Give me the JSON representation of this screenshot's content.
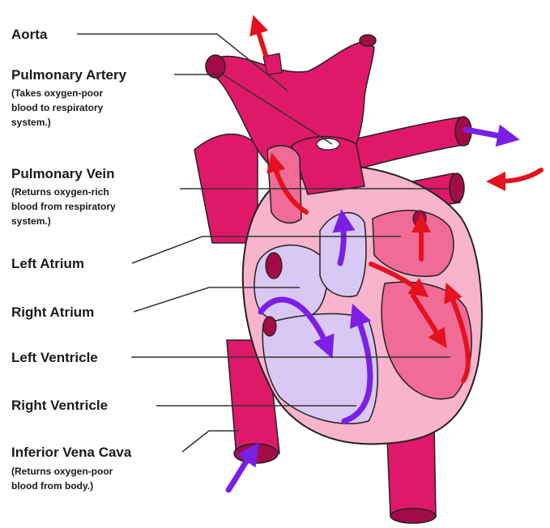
{
  "labels": {
    "aorta": "Aorta",
    "pulmonary_artery": "Pulmonary Artery",
    "pulmonary_artery_note": [
      "(Takes oxygen-poor",
      "blood  to respiratory",
      "system.)"
    ],
    "pulmonary_vein": "Pulmonary Vein",
    "pulmonary_vein_note": [
      "(Returns oxygen-rich",
      "blood from respiratory",
      "system.)"
    ],
    "left_atrium": "Left Atrium",
    "right_atrium": "Right Atrium",
    "left_ventricle": "Left Ventricle",
    "right_ventricle": "Right Ventricle",
    "inferior_vena_cava": "Inferior Vena Cava",
    "inferior_vena_cava_note": [
      "(Returns oxygen-poor",
      "blood from body.)"
    ]
  },
  "colors": {
    "vessel": "#e0186a",
    "vessel_dark": "#a10c47",
    "outer_wall": "#f7b4cc",
    "right_chamber": "#d9c8f4",
    "left_chamber": "#f06c96",
    "oxygen_poor_arrow": "#7b1fe6",
    "oxygen_rich_arrow": "#e3121e",
    "leader_line": "#333333"
  }
}
